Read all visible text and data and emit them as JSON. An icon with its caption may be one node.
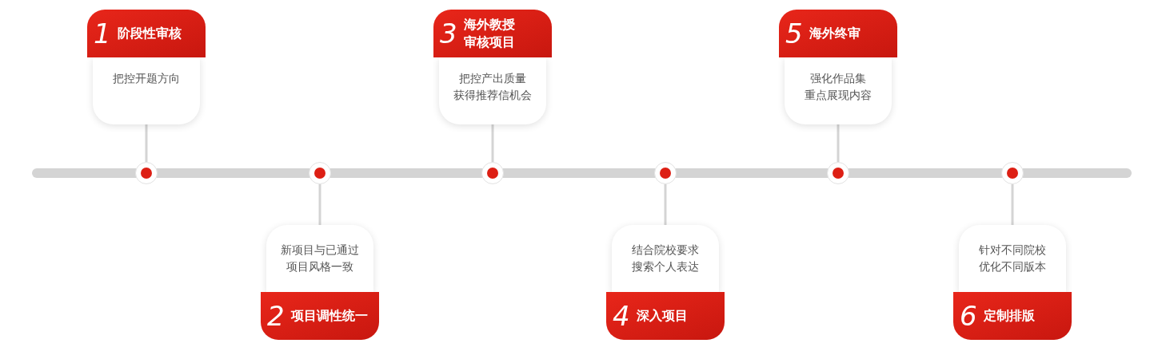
{
  "diagram": {
    "nodes": [
      {
        "text": [
          "1",
          "阶段性审核",
          "把控开题方向"
        ]
      },
      {
        "text": [
          "新项目与已通过项目风格一致",
          "2",
          "项目调性统一"
        ]
      },
      {
        "text": [
          "3",
          "海外教授审核项目",
          "把控产出质量获得推荐信机会"
        ]
      },
      {
        "text": [
          "结合院校要求搜索个人表达",
          "4",
          "深入项目"
        ]
      },
      {
        "text": [
          "5",
          "海外终审",
          "强化作品集重点展现内容"
        ]
      },
      {
        "text": [
          "针对不同院校优化不同版本",
          "6",
          "定制排版"
        ]
      },
      {
        "text": [],
        "shape": "circle"
      },
      {
        "text": [],
        "shape": "circle"
      },
      {
        "text": [],
        "shape": "circle"
      },
      {
        "text": [],
        "shape": "circle"
      },
      {
        "text": [],
        "shape": "circle"
      },
      {
        "text": [],
        "shape": "circle"
      }
    ],
    "edges": [
      {
        "from": 0,
        "to": 6,
        "arrow": "none"
      },
      {
        "from": 1,
        "to": 7,
        "arrow": "none"
      },
      {
        "from": 2,
        "to": 8,
        "arrow": "none"
      },
      {
        "from": 3,
        "to": 9,
        "arrow": "none"
      },
      {
        "from": 4,
        "to": 10,
        "arrow": "none"
      },
      {
        "from": 5,
        "to": 11,
        "arrow": "none"
      }
    ]
  }
}
